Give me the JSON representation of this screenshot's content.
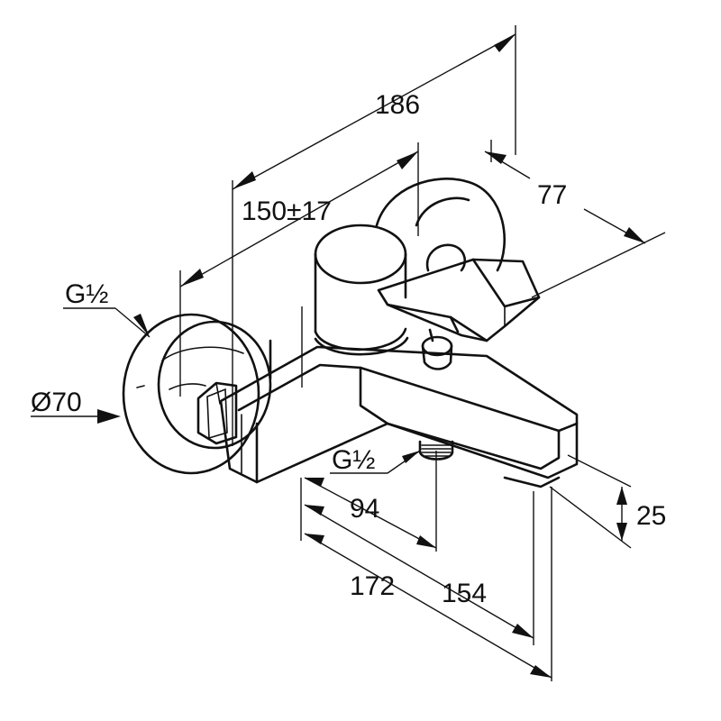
{
  "dimensions": {
    "overall_length": "186",
    "connection_spacing": "150±17",
    "lever_offset": "77",
    "inlet_thread": "G½",
    "rosette_diameter": "Ø70",
    "outlet_thread": "G½",
    "outlet_distance": "94",
    "spout_projection_inner": "154",
    "spout_projection_outer": "172",
    "spout_height": "25"
  }
}
